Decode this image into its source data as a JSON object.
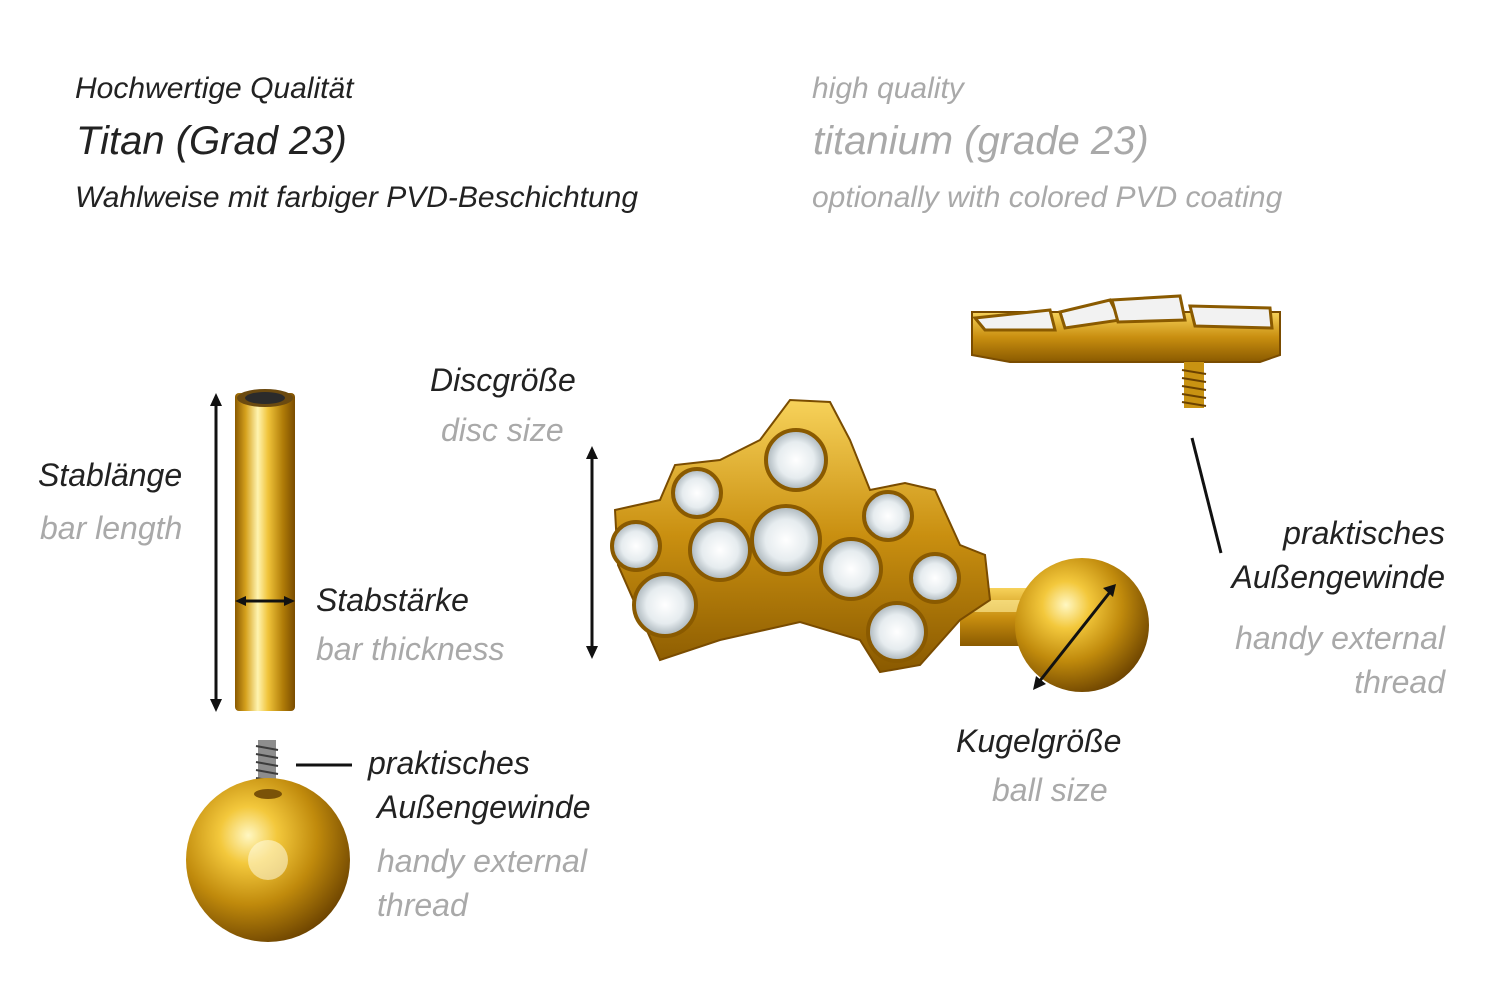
{
  "header": {
    "de_quality": "Hochwertige Qualität",
    "de_material": "Titan (Grad 23)",
    "de_coating": "Wahlweise mit farbiger PVD-Beschichtung",
    "en_quality": "high quality",
    "en_material": "titanium (grade 23)",
    "en_coating": "optionally with colored PVD coating"
  },
  "labels": {
    "bar_length_de": "Stablänge",
    "bar_length_en": "bar length",
    "bar_thickness_de": "Stabstärke",
    "bar_thickness_en": "bar thickness",
    "disc_size_de": "Discgröße",
    "disc_size_en": "disc size",
    "ball_size_de": "Kugelgröße",
    "ball_size_en": "ball size",
    "thread_left_de_1": "praktisches",
    "thread_left_de_2": "Außengewinde",
    "thread_left_en_1": "handy external",
    "thread_left_en_2": "thread",
    "thread_right_de_1": "praktisches",
    "thread_right_de_2": "Außengewinde",
    "thread_right_en_1": "handy external",
    "thread_right_en_2": "thread"
  },
  "colors": {
    "gold_light": "#fff4b0",
    "gold_mid": "#e8b62a",
    "gold_dark": "#8a5a00",
    "text_dark": "#222222",
    "text_grey": "#a9a9a9",
    "gem": "#eef3f6"
  },
  "icons": {
    "bar": "gold-bar-product",
    "ball": "gold-ball-product",
    "jewel": "gold-crown-jewel-product",
    "disc": "gold-disc-top-product"
  }
}
